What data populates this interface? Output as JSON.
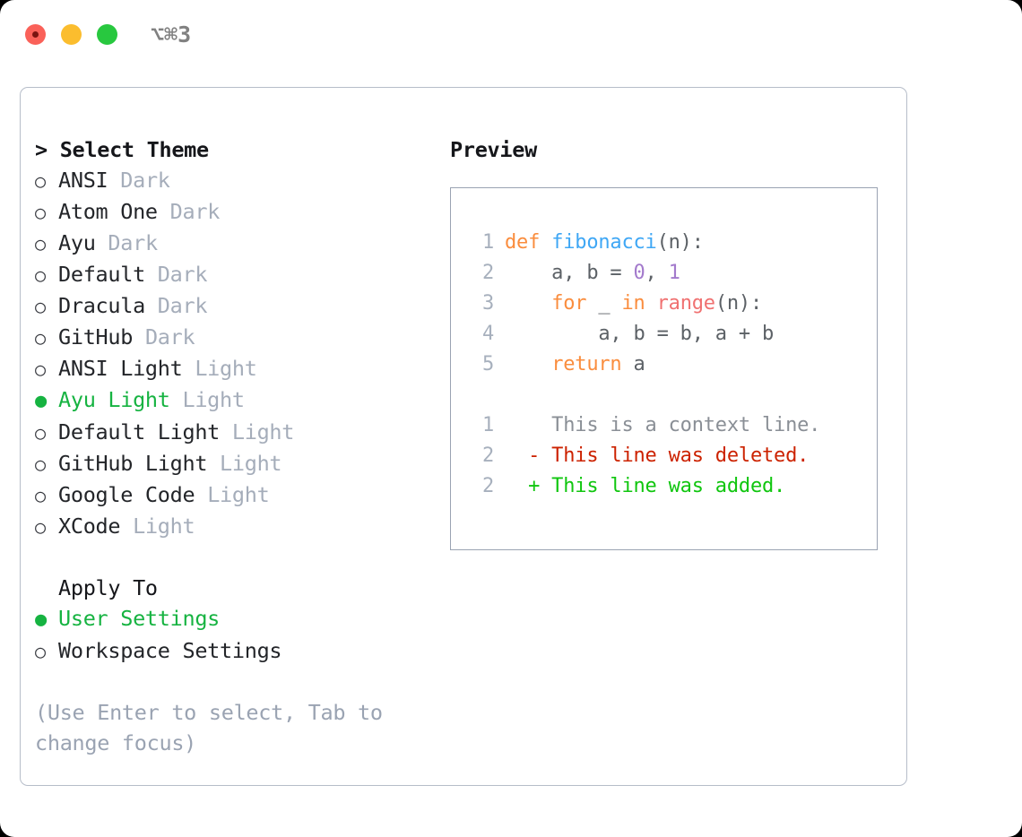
{
  "window": {
    "title_shortcut": "⌥⌘3",
    "traffic_lights": {
      "close": "close-dot",
      "minimize": "minimize-dot",
      "maximize": "maximize-dot"
    }
  },
  "theme_selector": {
    "heading": "> Select Theme",
    "marker_unselected": "○",
    "marker_selected": "●",
    "items": [
      {
        "name": "ANSI",
        "variant": "Dark",
        "selected": false
      },
      {
        "name": "Atom One",
        "variant": "Dark",
        "selected": false
      },
      {
        "name": "Ayu",
        "variant": "Dark",
        "selected": false
      },
      {
        "name": "Default",
        "variant": "Dark",
        "selected": false
      },
      {
        "name": "Dracula",
        "variant": "Dark",
        "selected": false
      },
      {
        "name": "GitHub",
        "variant": "Dark",
        "selected": false
      },
      {
        "name": "ANSI Light",
        "variant": "Light",
        "selected": false
      },
      {
        "name": "Ayu Light",
        "variant": "Light",
        "selected": true
      },
      {
        "name": "Default Light",
        "variant": "Light",
        "selected": false
      },
      {
        "name": "GitHub Light",
        "variant": "Light",
        "selected": false
      },
      {
        "name": "Google Code",
        "variant": "Light",
        "selected": false
      },
      {
        "name": "XCode",
        "variant": "Light",
        "selected": false
      }
    ]
  },
  "apply_to": {
    "heading": "Apply To",
    "options": [
      {
        "label": "User Settings",
        "selected": true
      },
      {
        "label": "Workspace Settings",
        "selected": false
      }
    ]
  },
  "hint": "(Use Enter to select, Tab to change focus)",
  "preview": {
    "heading": "Preview",
    "code_lines": [
      {
        "lineno": "1",
        "tokens": [
          {
            "text": "def ",
            "type": "kw"
          },
          {
            "text": "fibonacci",
            "type": "fn"
          },
          {
            "text": "(n):",
            "type": "plain"
          }
        ]
      },
      {
        "lineno": "2",
        "tokens": [
          {
            "text": "    a, b = ",
            "type": "plain"
          },
          {
            "text": "0",
            "type": "num"
          },
          {
            "text": ", ",
            "type": "plain"
          },
          {
            "text": "1",
            "type": "num"
          }
        ]
      },
      {
        "lineno": "3",
        "tokens": [
          {
            "text": "    ",
            "type": "plain"
          },
          {
            "text": "for",
            "type": "kw"
          },
          {
            "text": " _ ",
            "type": "plain"
          },
          {
            "text": "in",
            "type": "kw"
          },
          {
            "text": " ",
            "type": "plain"
          },
          {
            "text": "range",
            "type": "call"
          },
          {
            "text": "(n):",
            "type": "plain"
          }
        ]
      },
      {
        "lineno": "4",
        "tokens": [
          {
            "text": "        a, b = b, a + b",
            "type": "plain"
          }
        ]
      },
      {
        "lineno": "5",
        "tokens": [
          {
            "text": "    ",
            "type": "plain"
          },
          {
            "text": "return",
            "type": "kw"
          },
          {
            "text": " a",
            "type": "plain"
          }
        ]
      }
    ],
    "diff_lines": [
      {
        "lineno": "1",
        "marker": " ",
        "text": " This is a context line.",
        "type": "ctx"
      },
      {
        "lineno": "2",
        "marker": "-",
        "text": " This line was deleted.",
        "type": "del"
      },
      {
        "lineno": "2",
        "marker": "+",
        "text": " This line was added.",
        "type": "add"
      }
    ]
  },
  "colors": {
    "accent_green": "#16b341",
    "keyword_orange": "#fa8d3e",
    "function_blue": "#3fa7f5",
    "number_purple": "#a37acc",
    "call_red": "#f07171",
    "diff_delete": "#cc2200",
    "diff_add": "#10c60f",
    "muted_gray": "#a5adba",
    "border_gray": "#9aa3b2"
  }
}
